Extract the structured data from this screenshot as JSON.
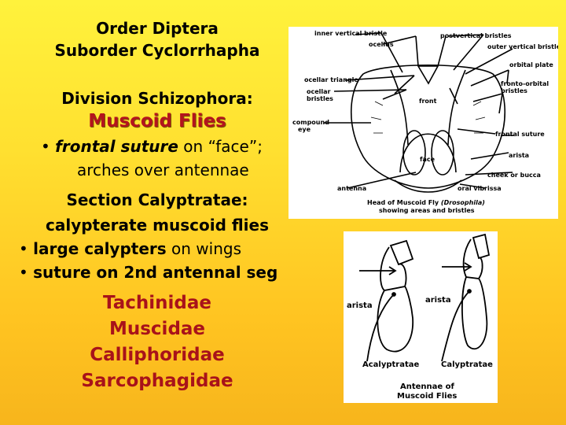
{
  "slide": {
    "order": "Order Diptera",
    "suborder": "Suborder Cyclorrhapha",
    "division": "Division Schizophora:",
    "group": "Muscoid Flies",
    "bullet1_em": "frontal suture",
    "bullet1_rest": " on “face”;",
    "bullet1_line2": "arches over antennae",
    "section": "Section Calyptratae:",
    "section_desc": "calypterate muscoid flies",
    "bullet2_bold": "large calypters",
    "bullet2_rest": " on wings",
    "bullet3": "suture on 2nd antennal seg",
    "families": [
      "Tachinidae",
      "Muscidae",
      "Calliphoridae",
      "Sarcophagidae"
    ]
  },
  "head_figure": {
    "labels": {
      "inner_vertical": "inner vertical bristle",
      "ocellus": "ocellus",
      "postvertical": "postvertical bristles",
      "outer_vertical": "outer vertical bristle",
      "orbital_plate": "orbital plate",
      "ocellar_triangle": "ocellar triangle",
      "fronto_orbital_1": "fronto-orbital",
      "fronto_orbital_2": "bristles",
      "ocellar_1": "ocellar",
      "ocellar_2": "bristles",
      "front": "front",
      "compound_1": "compound",
      "compound_2": "eye",
      "frontal_suture": "frontal suture",
      "arista": "arista",
      "face": "face",
      "cheek": "cheek or bucca",
      "antenna": "antenna",
      "oral_vibrissa": "oral vibrissa"
    },
    "caption_1": "Head of Muscoid Fly",
    "caption_species": "(Drosophila)",
    "caption_2": "showing areas and bristles"
  },
  "antenna_figure": {
    "arista_left": "arista",
    "arista_right": "arista",
    "label_left": "Acalyptratae",
    "label_right": "Calyptratae",
    "caption_1": "Antennae of",
    "caption_2": "Muscoid Flies"
  }
}
